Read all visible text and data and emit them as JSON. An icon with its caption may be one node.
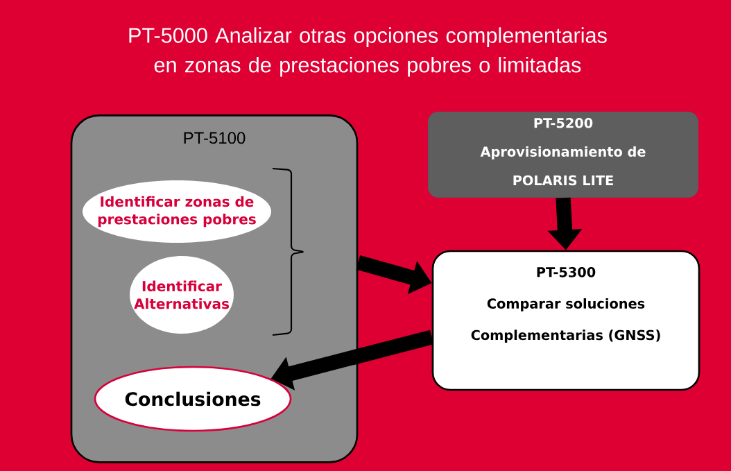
{
  "diagram": {
    "title": "PT-5000 Analizar otras opciones complementarias en zonas de prestaciones pobres o limitadas",
    "nodes": [
      {
        "text": [
          "PT-5100"
        ]
      },
      {
        "text": [
          "Identificar zonas de prestaciones pobres"
        ],
        "in": 0
      },
      {
        "text": [
          "Identificar Alternativas"
        ],
        "in": 0
      },
      {
        "text": [
          "Conclusiones"
        ],
        "in": 0
      },
      {
        "text": [
          "PT-5200",
          "Aprovisionamiento de POLARIS LITE"
        ]
      },
      {
        "text": [
          "PT-5300",
          "Comparar soluciones Complementarias (GNSS)"
        ]
      }
    ],
    "edges": [
      {
        "from": 4,
        "to": 5,
        "arrow": "to"
      },
      {
        "from": 0,
        "to": 5,
        "arrow": "to"
      },
      {
        "from": 5,
        "to": 3,
        "arrow": "to"
      }
    ]
  }
}
